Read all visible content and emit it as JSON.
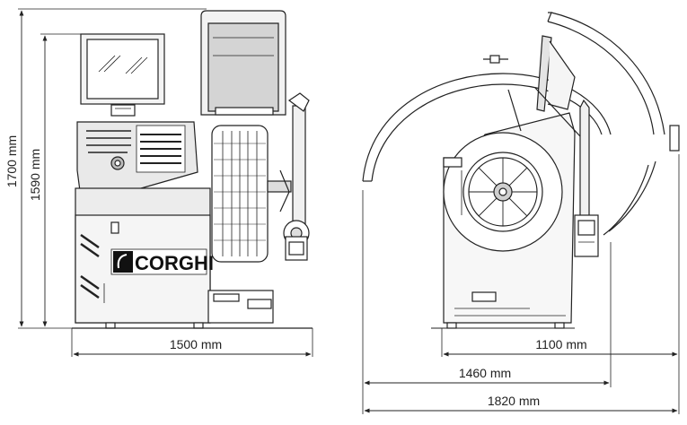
{
  "dimensions": {
    "total_height": "1700 mm",
    "monitor_height": "1590 mm",
    "front_width": "1500 mm",
    "side_depth_base": "1100 mm",
    "side_depth_mid": "1460 mm",
    "side_depth_total": "1820 mm"
  },
  "brand": {
    "name": "CORGHI"
  },
  "colors": {
    "line": "#222222",
    "fill_light": "#e6e6e6",
    "fill_mid": "#cfcfcf",
    "fill_dark": "#9a9a9a"
  }
}
